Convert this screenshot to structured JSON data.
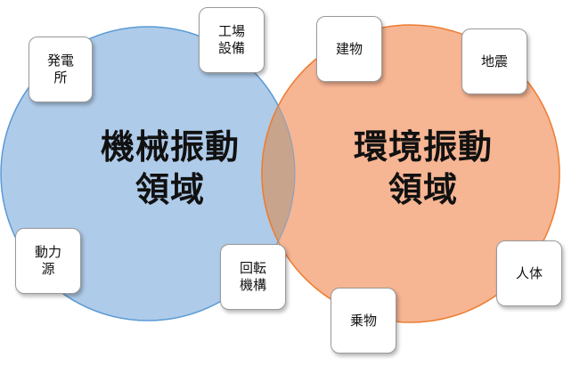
{
  "colors": {
    "mechanical_circle_fill": "#aecbe9",
    "mechanical_circle_stroke": "#5b9bd5",
    "environmental_circle_fill": "#f6b593",
    "environmental_circle_stroke": "#ed7d31",
    "overlap_fill": "#c8a48c",
    "box_fill": "#ffffff",
    "box_border": "#9a9a9a",
    "text": "#111111"
  },
  "regions": {
    "mechanical": {
      "title_line1": "機械振動",
      "title_line2": "領域"
    },
    "environmental": {
      "title_line1": "環境振動",
      "title_line2": "領域"
    }
  },
  "labels": {
    "power_plant": "発電\n所",
    "factory_equipment": "工場\n設備",
    "power_source": "動力\n源",
    "rotating_machinery": "回転\n機構",
    "building": "建物",
    "earthquake": "地震",
    "human_body": "人体",
    "vehicle": "乗物"
  }
}
